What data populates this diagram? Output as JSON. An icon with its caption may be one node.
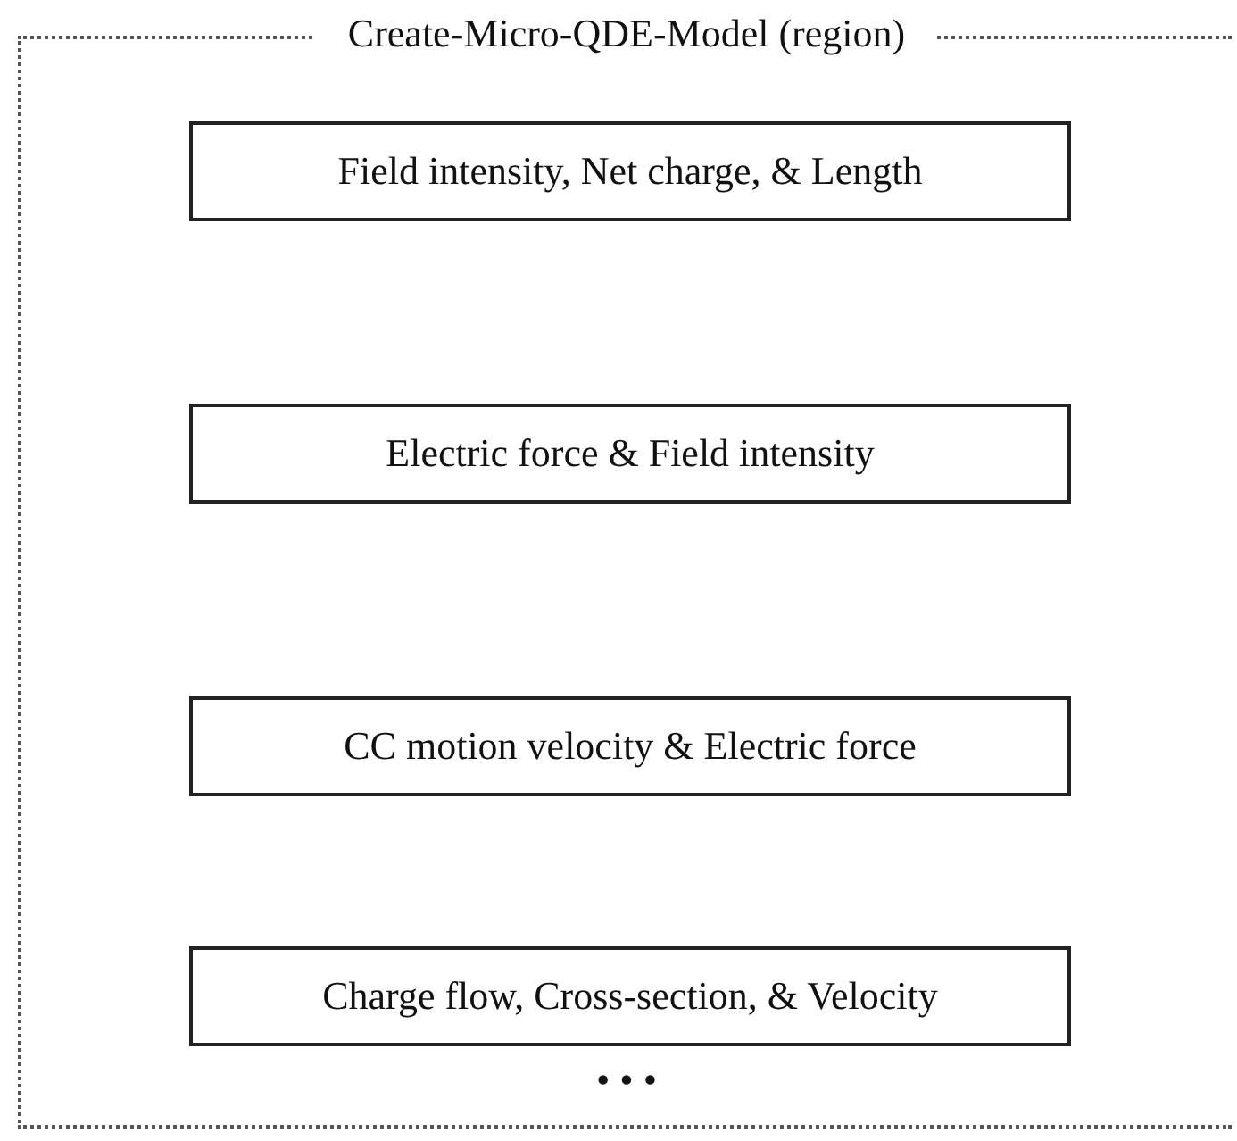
{
  "diagram": {
    "nodes": [
      {
        "text": [
          "Create-Micro-QDE-Model (region)"
        ]
      },
      {
        "text": [
          "Field intensity, Net charge, & Length"
        ],
        "in": 0
      },
      {
        "text": [
          "Electric force & Field intensity"
        ],
        "in": 0
      },
      {
        "text": [
          "CC motion velocity & Electric force"
        ],
        "in": 0
      },
      {
        "text": [
          "Charge flow, Cross-section, & Velocity"
        ],
        "in": 0
      }
    ],
    "labels": [
      "• • •"
    ]
  }
}
